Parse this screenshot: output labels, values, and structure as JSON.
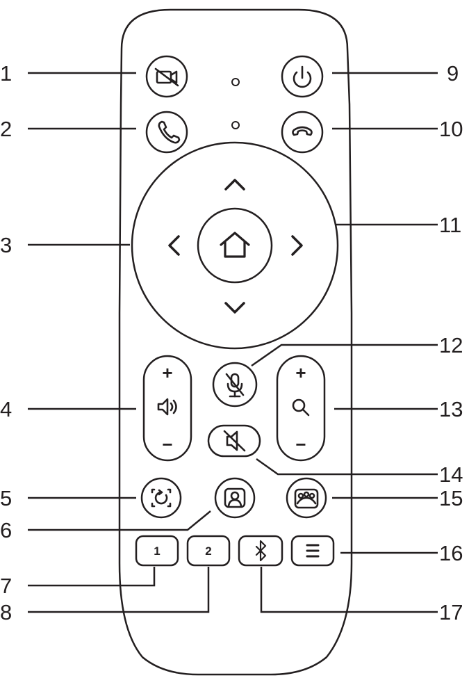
{
  "callouts": [
    {
      "id": "1",
      "label": "1"
    },
    {
      "id": "2",
      "label": "2"
    },
    {
      "id": "3",
      "label": "3"
    },
    {
      "id": "4",
      "label": "4"
    },
    {
      "id": "5",
      "label": "5"
    },
    {
      "id": "6",
      "label": "6"
    },
    {
      "id": "7",
      "label": "7"
    },
    {
      "id": "8",
      "label": "8"
    },
    {
      "id": "9",
      "label": "9"
    },
    {
      "id": "10",
      "label": "10"
    },
    {
      "id": "11",
      "label": "11"
    },
    {
      "id": "12",
      "label": "12"
    },
    {
      "id": "13",
      "label": "13"
    },
    {
      "id": "14",
      "label": "14"
    },
    {
      "id": "15",
      "label": "15"
    },
    {
      "id": "16",
      "label": "16"
    },
    {
      "id": "17",
      "label": "17"
    }
  ],
  "keys": {
    "preset_1": "1",
    "preset_2": "2",
    "volume_plus": "+",
    "volume_minus": "−",
    "zoom_plus": "+",
    "zoom_minus": "−"
  },
  "icons": [
    "camera-off-icon",
    "phone-call-icon",
    "power-icon",
    "hang-up-icon",
    "arrow-up-icon",
    "arrow-down-icon",
    "arrow-left-icon",
    "arrow-right-icon",
    "home-icon",
    "mic-mute-icon",
    "speaker-icon",
    "magnifier-icon",
    "speaker-mute-icon",
    "camera-reset-icon",
    "person-frame-icon",
    "group-frame-icon",
    "bluetooth-icon",
    "menu-icon"
  ],
  "colors": {
    "line": "#231f20",
    "background": "#ffffff"
  }
}
